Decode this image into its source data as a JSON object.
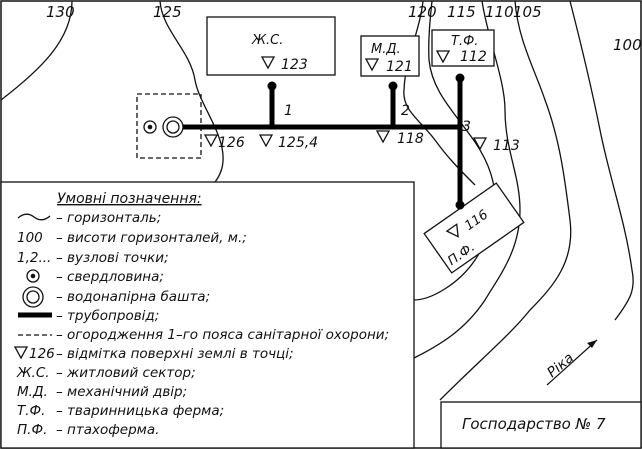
{
  "contour_labels": [
    "130",
    "125",
    "120",
    "115",
    "110",
    "105",
    "100"
  ],
  "buildings": {
    "zs": {
      "label": "Ж.С.",
      "elevation": "123"
    },
    "md": {
      "label": "М.Д.",
      "elevation": "121"
    },
    "tf": {
      "label": "Т.Ф.",
      "elevation": "112"
    },
    "pf": {
      "label": "П.Ф.",
      "elevation": "116"
    }
  },
  "nodes": {
    "n1": "1",
    "n2": "2",
    "n3": "3"
  },
  "elevations": {
    "e126": "126",
    "e1254": "125,4",
    "e118": "118",
    "e113": "113"
  },
  "river_label": "Ріка",
  "farm_title": "Господарство № 7",
  "legend": {
    "title": "Умовні позначення:",
    "items": [
      {
        "symbol": "",
        "text": "– горизонталь;"
      },
      {
        "symbol": "100",
        "text": "– висоти горизонталей, м.;"
      },
      {
        "symbol": "1,2...",
        "text": "– вузлові точки;"
      },
      {
        "symbol": "",
        "text": "– свердловина;"
      },
      {
        "symbol": "",
        "text": "– водонапірна башта;"
      },
      {
        "symbol": "",
        "text": "– трубопровід;"
      },
      {
        "symbol": "",
        "text": "– огородження 1–го пояса санітарної охорони;"
      },
      {
        "symbol": "126",
        "text": "– відмітка поверхні землі в точці;"
      },
      {
        "symbol": "Ж.С.",
        "text": "– житловий сектор;"
      },
      {
        "symbol": "М.Д.",
        "text": "– механічний двір;"
      },
      {
        "symbol": "Т.Ф.",
        "text": "– тваринницька ферма;"
      },
      {
        "symbol": "П.Ф.",
        "text": "– птахоферма."
      }
    ]
  }
}
